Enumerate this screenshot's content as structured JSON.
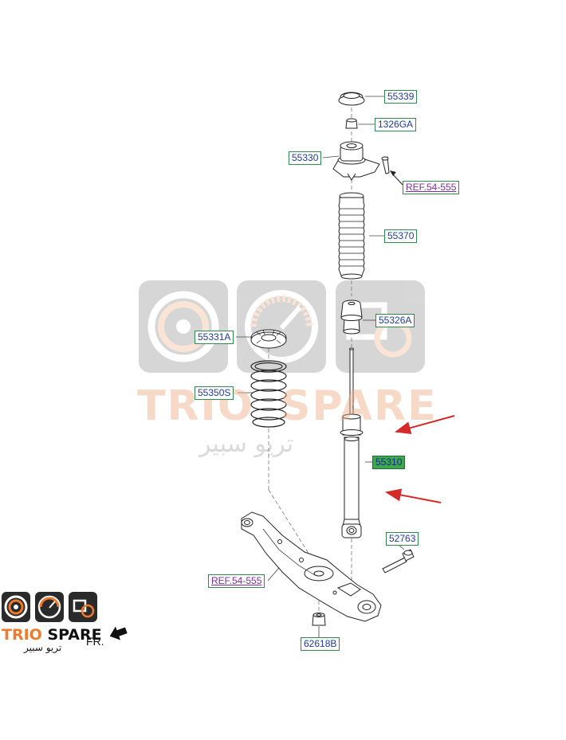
{
  "parts": [
    {
      "id": "55339",
      "label": "55339"
    },
    {
      "id": "1326GA",
      "label": "1326GA"
    },
    {
      "id": "55330",
      "label": "55330"
    },
    {
      "id": "ref-top",
      "label": "REF.54-555"
    },
    {
      "id": "55370",
      "label": "55370"
    },
    {
      "id": "55331A",
      "label": "55331A"
    },
    {
      "id": "55326A",
      "label": "55326A"
    },
    {
      "id": "55350S",
      "label": "55350S"
    },
    {
      "id": "55310",
      "label": "55310"
    },
    {
      "id": "52763",
      "label": "52763"
    },
    {
      "id": "ref-bottom",
      "label": "REF.54-555"
    },
    {
      "id": "62618B",
      "label": "62618B"
    }
  ],
  "direction_label": "FR.",
  "brand": {
    "name_part1": "TRIO",
    "name_part2": "SPARE",
    "arabic": "تريو سبير",
    "accent_color": "#f07a2c"
  },
  "colors": {
    "label_text": "#1c3b9a",
    "ref_text": "#7b2f9c",
    "label_border": "#2e8a4e",
    "highlight": "#3fa84f",
    "arrow": "#d42a2a"
  }
}
